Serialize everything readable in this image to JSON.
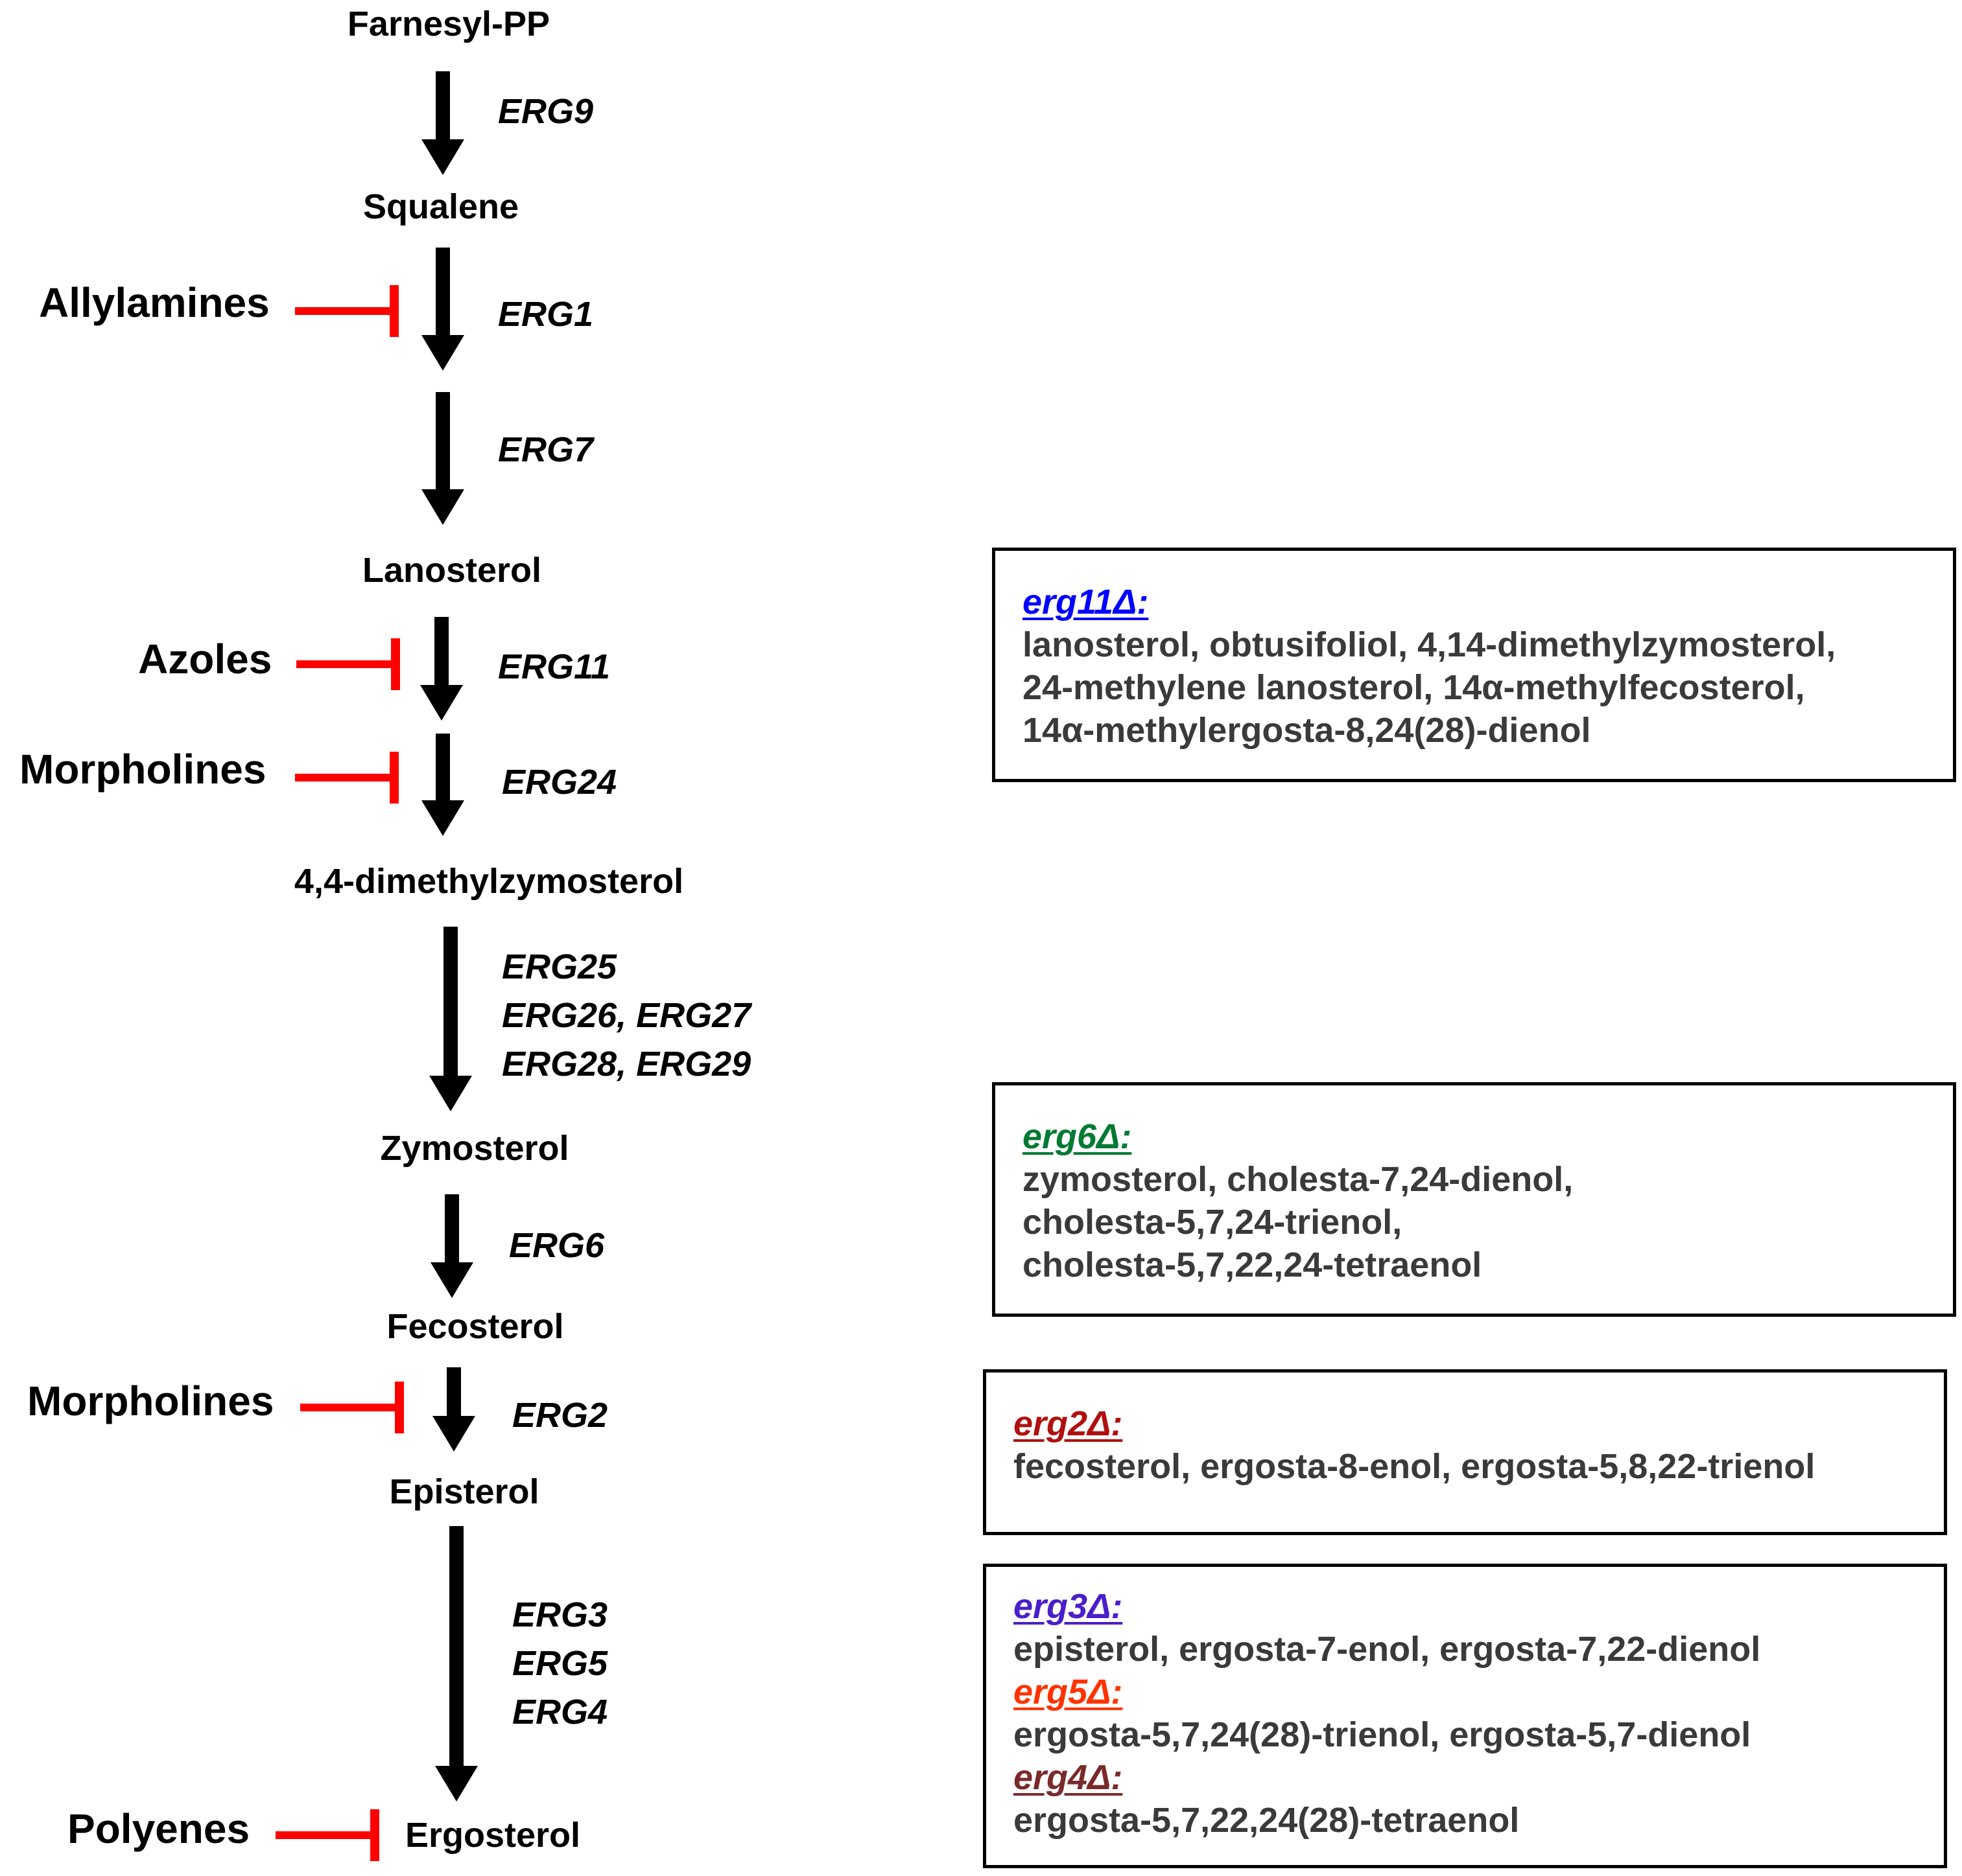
{
  "metabolites": {
    "farnesyl_pp": "Farnesyl-PP",
    "squalene": "Squalene",
    "lanosterol": "Lanosterol",
    "dimethylzymosterol": "4,4-dimethylzymosterol",
    "zymosterol": "Zymosterol",
    "fecosterol": "Fecosterol",
    "episterol": "Episterol",
    "ergosterol": "Ergosterol"
  },
  "genes": {
    "erg9": "ERG9",
    "erg1": "ERG1",
    "erg7": "ERG7",
    "erg11": "ERG11",
    "erg24": "ERG24",
    "erg25": "ERG25",
    "erg26_27": "ERG26, ERG27",
    "erg28_29": "ERG28, ERG29",
    "erg6": "ERG6",
    "erg2": "ERG2",
    "erg3": "ERG3",
    "erg5": "ERG5",
    "erg4": "ERG4"
  },
  "inhibitors": {
    "allylamines": "Allylamines",
    "azoles": "Azoles",
    "morpholines_1": "Morpholines",
    "morpholines_2": "Morpholines",
    "polyenes": "Polyenes"
  },
  "mutant_boxes": {
    "erg11": {
      "label": "erg11Δ:",
      "color": "#0000ff",
      "lines": [
        "lanosterol, obtusifoliol, 4,14-dimethylzymosterol,",
        "24-methylene lanosterol, 14α-methylfecosterol,",
        "14α-methylergosta-8,24(28)-dienol"
      ]
    },
    "erg6": {
      "label": "erg6Δ:",
      "color": "#007a33",
      "lines": [
        "zymosterol, cholesta-7,24-dienol,",
        "cholesta-5,7,24-trienol,",
        "cholesta-5,7,22,24-tetraenol"
      ]
    },
    "erg2": {
      "label": "erg2Δ:",
      "color": "#b01010",
      "lines": [
        "fecosterol, ergosta-8-enol, ergosta-5,8,22-trienol"
      ]
    },
    "erg3": {
      "label": "erg3Δ:",
      "color": "#4b1ecb",
      "lines": [
        "episterol, ergosta-7-enol, ergosta-7,22-dienol"
      ]
    },
    "erg5": {
      "label": "erg5Δ:",
      "color": "#ff3300",
      "lines": [
        "ergosta-5,7,24(28)-trienol, ergosta-5,7-dienol"
      ]
    },
    "erg4": {
      "label": "erg4Δ:",
      "color": "#7a2a2a",
      "lines": [
        "ergosta-5,7,22,24(28)-tetraenol"
      ]
    }
  },
  "colors": {
    "arrow": "#000000",
    "inhibition": "#ff0000",
    "box_text": "#3a3a3a"
  }
}
